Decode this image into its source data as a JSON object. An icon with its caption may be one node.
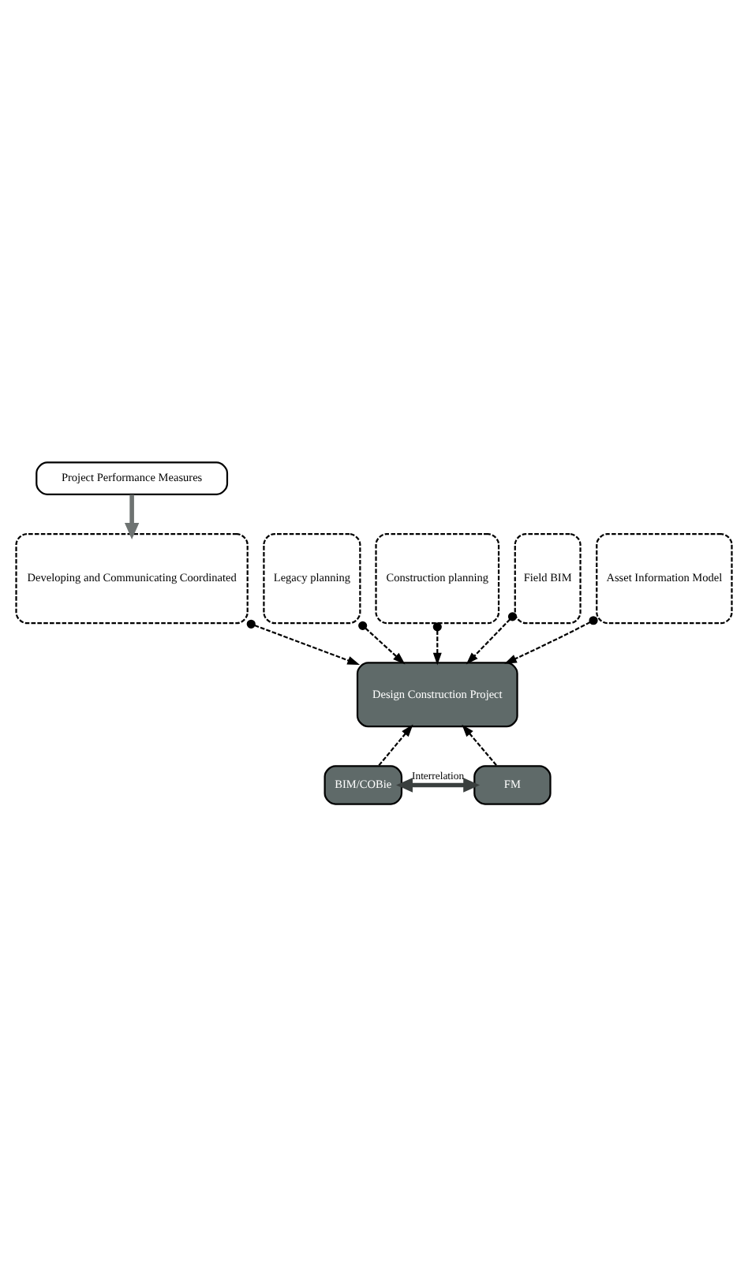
{
  "diagram": {
    "nodes": [
      {
        "text": [
          "Project Performance Measures"
        ]
      },
      {
        "text": [
          "Developing and Communicating Coordinated"
        ]
      },
      {
        "text": [
          "Legacy planning"
        ]
      },
      {
        "text": [
          "Construction planning"
        ]
      },
      {
        "text": [
          "Field BIM"
        ]
      },
      {
        "text": [
          "Asset Information Model"
        ]
      },
      {
        "text": [
          "Design Construction Project"
        ]
      },
      {
        "text": [
          "BIM/COBie"
        ]
      },
      {
        "text": [
          "FM"
        ]
      }
    ],
    "edges": [
      {
        "from": 0,
        "to": 1,
        "arrow": "to",
        "style": "thick",
        "color": "#6e7372"
      },
      {
        "from": 1,
        "to": 6,
        "arrow": "to",
        "style": "dashed"
      },
      {
        "from": 2,
        "to": 6,
        "arrow": "to",
        "style": "dashed"
      },
      {
        "from": 3,
        "to": 6,
        "arrow": "to",
        "style": "dashed"
      },
      {
        "from": 4,
        "to": 6,
        "arrow": "to",
        "style": "dashed"
      },
      {
        "from": 5,
        "to": 6,
        "arrow": "to",
        "style": "dashed"
      },
      {
        "from": 7,
        "to": 6,
        "arrow": "to",
        "style": "dashed"
      },
      {
        "from": 8,
        "to": 6,
        "arrow": "to",
        "style": "dashed"
      },
      {
        "from": 7,
        "to": 8,
        "arrow": "both",
        "label": "Interrelation",
        "style": "thick",
        "color": "#3a3f3e"
      }
    ]
  }
}
